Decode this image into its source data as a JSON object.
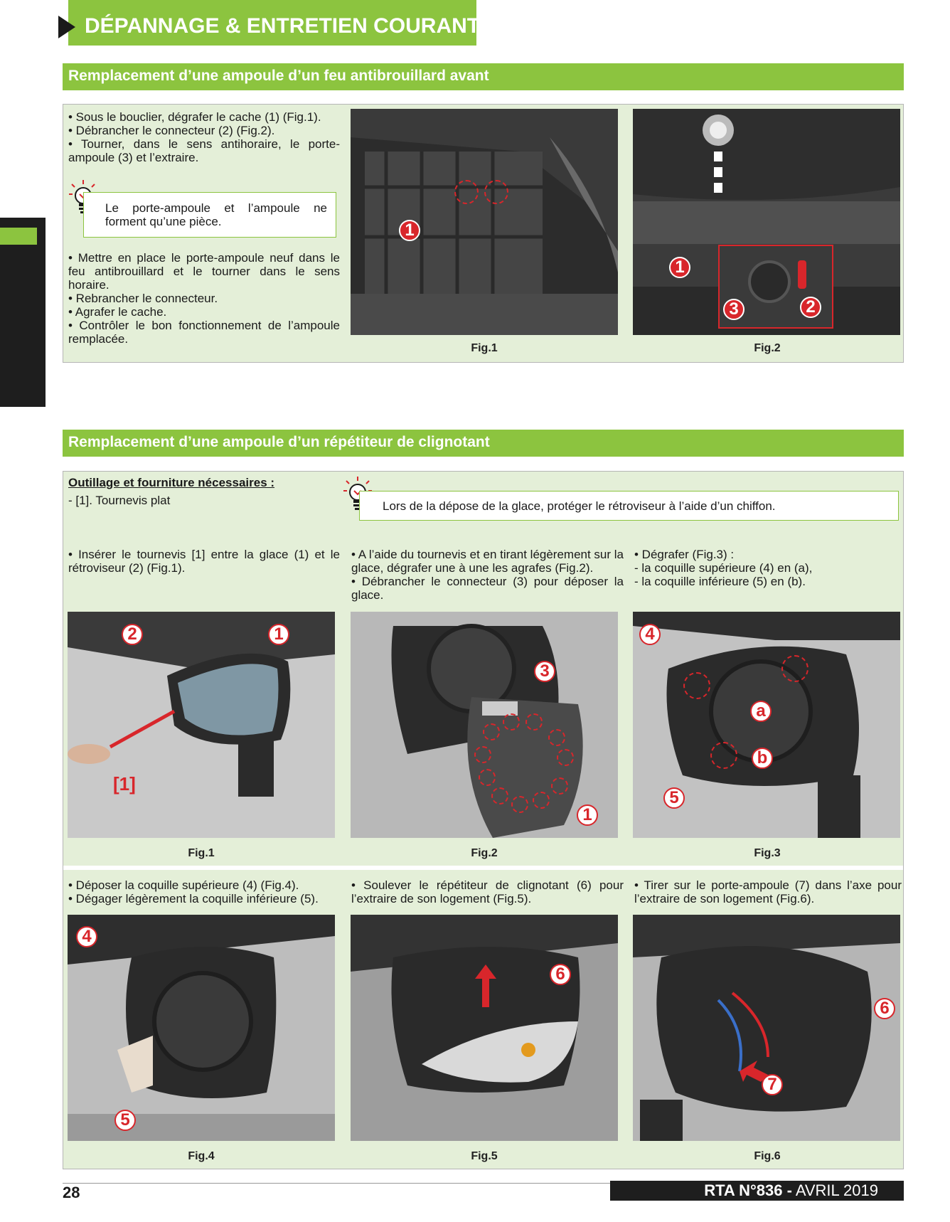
{
  "header": {
    "title": "DÉPANNAGE & ENTRETIEN COURANT"
  },
  "section1": {
    "title": "Remplacement d’une ampoule d’un feu antibrouillard avant",
    "steps_a": [
      "• Sous le bouclier, dégrafer le cache (1) (Fig.1).",
      "• Débrancher le connecteur (2) (Fig.2).",
      "• Tourner, dans le sens antihoraire, le porte-ampoule (3) et l’extraire."
    ],
    "note": "Le porte-ampoule et l’ampoule ne forment qu’une pièce.",
    "steps_b": [
      "• Mettre en place le porte-ampoule neuf dans le feu antibrouillard et le tourner dans le sens horaire.",
      "• Rebrancher le connecteur.",
      "• Agrafer le cache.",
      "• Contrôler le bon fonctionnement de l’ampoule remplacée."
    ],
    "fig1": {
      "label": "Fig.1",
      "callouts": [
        "1"
      ]
    },
    "fig2": {
      "label": "Fig.2",
      "callouts": [
        "1",
        "3",
        "2"
      ]
    }
  },
  "section2": {
    "title": "Remplacement d’une ampoule d’un répétiteur de clignotant",
    "tools_title": "Outillage et fourniture nécessaires :",
    "tools_item": "- [1]. Tournevis plat",
    "note": "Lors de la dépose de la glace, protéger le rétroviseur à l’aide d’un chiffon.",
    "col1_steps": [
      "• Insérer le tournevis [1] entre la glace (1) et le rétroviseur (2) (Fig.1)."
    ],
    "col2_steps": [
      "• A l’aide du tournevis et en tirant légèrement sur la glace, dégrafer une à une les agrafes (Fig.2).",
      "• Débrancher le connecteur (3) pour déposer la glace."
    ],
    "col3_steps": [
      "• Dégrafer (Fig.3) :",
      "- la coquille supérieure (4) en (a),",
      "- la coquille inférieure (5) en (b)."
    ],
    "col4_steps": [
      "• Déposer la coquille supérieure (4) (Fig.4).",
      "• Dégager légèrement la coquille inférieure (5)."
    ],
    "col5_steps": [
      "• Soulever le répétiteur de clignotant (6) pour l’extraire de son logement (Fig.5)."
    ],
    "col6_steps": [
      "• Tirer sur le porte-ampoule (7) dans l’axe pour l’extraire de son logement (Fig.6)."
    ],
    "fig1": {
      "label": "Fig.1",
      "callouts": [
        "2",
        "1"
      ],
      "tool": "[1]"
    },
    "fig2": {
      "label": "Fig.2",
      "callouts": [
        "3",
        "1"
      ]
    },
    "fig3": {
      "label": "Fig.3",
      "callouts": [
        "4",
        "a",
        "b",
        "5"
      ]
    },
    "fig4": {
      "label": "Fig.4",
      "callouts": [
        "4",
        "5"
      ]
    },
    "fig5": {
      "label": "Fig.5",
      "callouts": [
        "6"
      ]
    },
    "fig6": {
      "label": "Fig.6",
      "callouts": [
        "6",
        "7"
      ]
    }
  },
  "footer": {
    "page": "28",
    "magazine": "RTA N°836 -",
    "date": "AVRIL 2019"
  },
  "colors": {
    "accent_green": "#8cc43f",
    "panel_green": "#e4efd8",
    "callout_red": "#d8262b",
    "dark": "#1e1e1e"
  }
}
